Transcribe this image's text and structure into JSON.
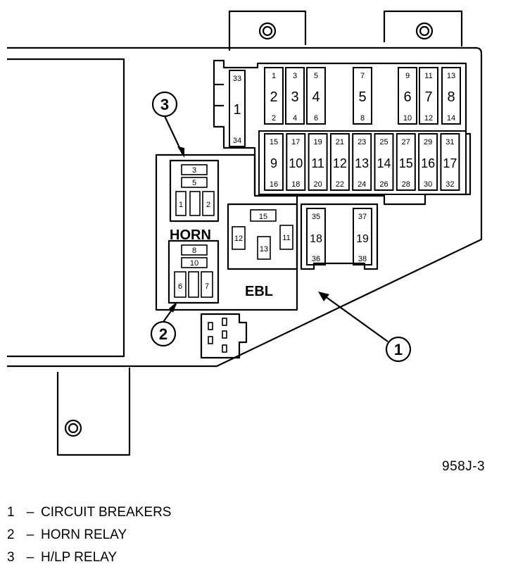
{
  "figure_ref": "958J-3",
  "labels": {
    "horn": "HORN",
    "ebl": "EBL"
  },
  "callouts": [
    "1",
    "2",
    "3"
  ],
  "fuses_upper": [
    {
      "top": "33",
      "mid": "1",
      "bottom": "34"
    },
    {
      "top": "1",
      "mid": "2",
      "bottom": "2"
    },
    {
      "top": "3",
      "mid": "3",
      "bottom": "4"
    },
    {
      "top": "5",
      "mid": "4",
      "bottom": "6"
    },
    {
      "top": "7",
      "mid": "5",
      "bottom": "8"
    },
    {
      "top": "9",
      "mid": "6",
      "bottom": "10"
    },
    {
      "top": "11",
      "mid": "7",
      "bottom": "12"
    },
    {
      "top": "13",
      "mid": "8",
      "bottom": "14"
    }
  ],
  "fuses_lower": [
    {
      "top": "15",
      "mid": "9",
      "bottom": "16"
    },
    {
      "top": "17",
      "mid": "10",
      "bottom": "18"
    },
    {
      "top": "19",
      "mid": "11",
      "bottom": "20"
    },
    {
      "top": "21",
      "mid": "12",
      "bottom": "22"
    },
    {
      "top": "23",
      "mid": "13",
      "bottom": "24"
    },
    {
      "top": "25",
      "mid": "14",
      "bottom": "26"
    },
    {
      "top": "27",
      "mid": "15",
      "bottom": "28"
    },
    {
      "top": "29",
      "mid": "16",
      "bottom": "30"
    },
    {
      "top": "31",
      "mid": "17",
      "bottom": "32"
    }
  ],
  "breakers": [
    {
      "top": "35",
      "mid": "18",
      "bottom": "36"
    },
    {
      "top": "37",
      "mid": "19",
      "bottom": "38"
    }
  ],
  "hlp_relay_terminals": [
    "3",
    "5",
    "1",
    "2"
  ],
  "horn_relay_terminals": [
    "8",
    "10",
    "6",
    "7"
  ],
  "ebl_terminals": [
    "15",
    "12",
    "13",
    "11"
  ],
  "legend": [
    {
      "num": "1",
      "dash": "–",
      "text": "CIRCUIT BREAKERS"
    },
    {
      "num": "2",
      "dash": "–",
      "text": "HORN RELAY"
    },
    {
      "num": "3",
      "dash": "–",
      "text": "H/LP RELAY"
    }
  ]
}
